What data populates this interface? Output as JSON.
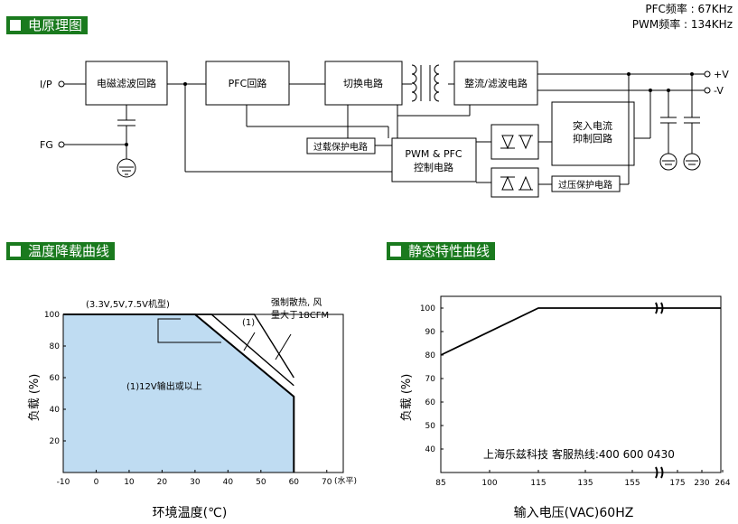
{
  "headers": {
    "block_diagram": "电原理图",
    "derating": "温度降载曲线",
    "static": "静态特性曲线"
  },
  "freq": {
    "pfc": "PFC频率 : 67KHz",
    "pwm": "PWM频率 : 134KHz"
  },
  "block": {
    "ip": "I/P",
    "fg": "FG",
    "emi": "电磁滤波回路",
    "pfc": "PFC回路",
    "switch": "切换电路",
    "rectifier": "整流/滤波电路",
    "ovl": "过载保护电路",
    "ctrl1": "PWM & PFC",
    "ctrl2": "控制电路",
    "inrush1": "突入电流",
    "inrush2": "抑制回路",
    "ovp": "过压保护电路",
    "vplus": "+V",
    "vminus": "-V"
  },
  "derating": {
    "chart_data": {
      "type": "line",
      "xlabel": "环境温度(℃)",
      "xunit": "(水平)",
      "ylabel": "负载 (%)",
      "xticks": [
        "-10",
        "0",
        "10",
        "20",
        "30",
        "40",
        "50",
        "60",
        "70"
      ],
      "yticks": [
        "20",
        "40",
        "60",
        "80",
        "100"
      ],
      "xlim": [
        -10,
        75
      ],
      "ylim": [
        0,
        100
      ],
      "series": [
        {
          "x": [
            -10,
            30,
            60,
            60
          ],
          "y": [
            100,
            100,
            48,
            0
          ]
        },
        {
          "x": [
            -10,
            35,
            60
          ],
          "y": [
            100,
            100,
            55
          ]
        },
        {
          "x": [
            -10,
            48,
            60
          ],
          "y": [
            100,
            100,
            60
          ]
        }
      ],
      "annotations": {
        "models": "(3.3V,5V,7.5V机型)",
        "one": "(1)",
        "fan1": "强制散热, 风",
        "fan2": "量大于18CFM",
        "region": "(1)12V输出或以上"
      }
    }
  },
  "static": {
    "chart_data": {
      "type": "line",
      "xlabel": "输入电压(VAC)60HZ",
      "ylabel": "负载 (%)",
      "xticks": [
        "85",
        "100",
        "115",
        "135",
        "155",
        "175",
        "230",
        "264"
      ],
      "yticks": [
        "40",
        "50",
        "60",
        "70",
        "80",
        "90",
        "100"
      ],
      "ylim": [
        30,
        105
      ],
      "series": [
        {
          "x": [
            "85",
            "115",
            "264"
          ],
          "y": [
            80,
            100,
            100
          ]
        }
      ],
      "watermark": "上海乐兹科技 客服热线:400 600 0430"
    }
  }
}
